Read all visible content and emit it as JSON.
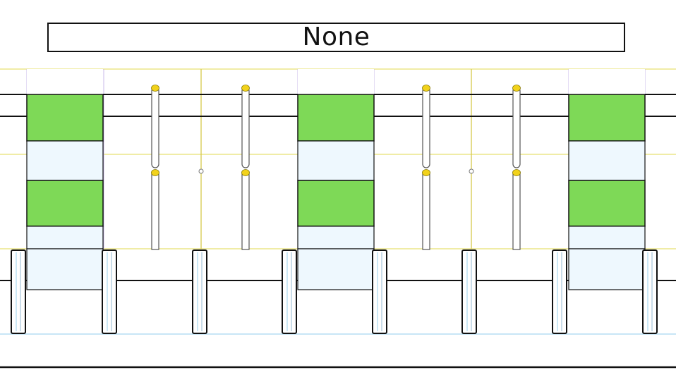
{
  "header": {
    "title": "None"
  },
  "diagram": {
    "bay_count": 3,
    "gauge_groups_between_bays": 2,
    "post_count": 8,
    "colors": {
      "panel_fill": "#7ED957",
      "gap_fill": "#EEF8FE",
      "gauge_cap": "#F2D21B",
      "guide_yellow": "#E8E070",
      "guide_purple": "#C8B8E8",
      "guide_blue": "#A8D8F0",
      "ink": "#111111"
    },
    "icons": {
      "gauge": "capsule-gauge-icon",
      "node": "junction-dot-icon",
      "post": "support-post-icon"
    }
  }
}
